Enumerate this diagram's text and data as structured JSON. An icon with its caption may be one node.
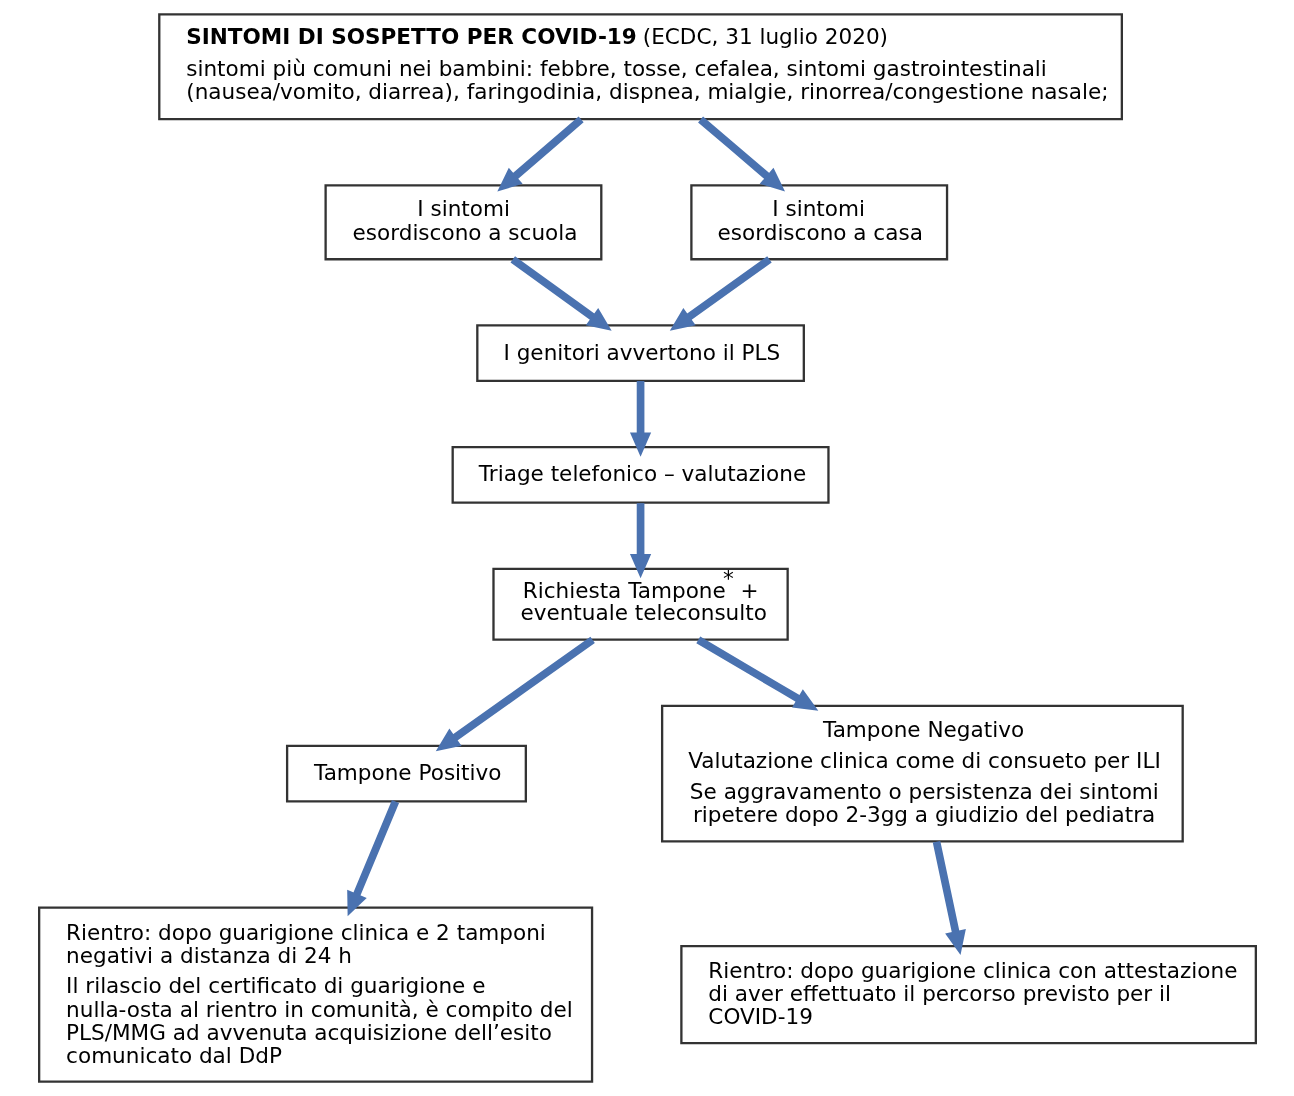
{
  "diagram": {
    "nodes": [
      {
        "text": [
          "**SINTOMI DI SOSPETTO PER COVID-19** (ECDC, 31 luglio 2020)",
          "sintomi più comuni nei bambini: febbre, tosse, cefalea, sintomi gastrointestinali (nausea/vomito, diarrea), faringodinia, dispnea, mialgie, rinorrea/congestione nasale;"
        ]
      },
      {
        "text": [
          "I sintomi esordiscono a scuola"
        ]
      },
      {
        "text": [
          "I sintomi esordiscono a casa"
        ]
      },
      {
        "text": [
          "I genitori avvertono il PLS"
        ]
      },
      {
        "text": [
          "Triage telefonico – valutazione"
        ]
      },
      {
        "text": [
          "Richiesta Tampone$^{*}$ + eventuale teleconsulto"
        ]
      },
      {
        "text": [
          "Tampone Positivo"
        ]
      },
      {
        "text": [
          "Tampone Negativo",
          "Valutazione clinica come di consueto per ILI",
          "Se aggravamento o persistenza dei sintomi ripetere dopo 2-3gg a giudizio del pediatra"
        ]
      },
      {
        "text": [
          "Rientro: dopo guarigione clinica e 2 tamponi negativi a distanza di 24 h",
          "Il rilascio del certificato di guarigione e nulla-osta al rientro in comunità, è compito del PLS/MMG ad avvenuta acquisizione dell’esito comunicato dal DdP"
        ]
      },
      {
        "text": [
          "Rientro: dopo guarigione clinica con attestazione di aver effettuato il percorso previsto per il COVID-19"
        ]
      }
    ],
    "edges": [
      {
        "from": 0,
        "to": 1,
        "arrow": "to"
      },
      {
        "from": 0,
        "to": 2,
        "arrow": "to"
      },
      {
        "from": 1,
        "to": 3,
        "arrow": "to"
      },
      {
        "from": 2,
        "to": 3,
        "arrow": "to"
      },
      {
        "from": 3,
        "to": 4,
        "arrow": "to"
      },
      {
        "from": 4,
        "to": 5,
        "arrow": "to"
      },
      {
        "from": 5,
        "to": 6,
        "arrow": "to"
      },
      {
        "from": 5,
        "to": 7,
        "arrow": "to"
      },
      {
        "from": 6,
        "to": 8,
        "arrow": "to"
      },
      {
        "from": 7,
        "to": 9,
        "arrow": "to"
      }
    ]
  }
}
